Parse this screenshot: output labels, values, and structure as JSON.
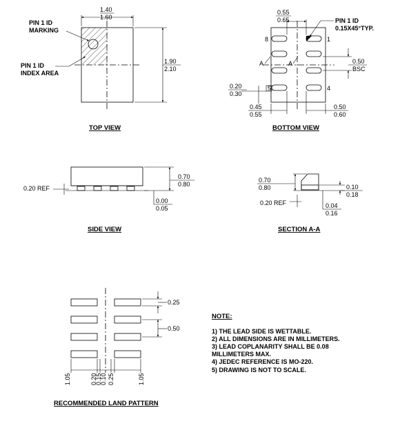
{
  "top_view": {
    "caption": "TOP VIEW",
    "width_min": "1.40",
    "width_max": "1.60",
    "height_min": "1.90",
    "height_max": "2.10",
    "pin1_marking": [
      "PIN 1 ID",
      "MARKING"
    ],
    "pin1_index": [
      "PIN 1 ID",
      "INDEX AREA"
    ]
  },
  "bottom_view": {
    "caption": "BOTTOM VIEW",
    "pad_width_min": "0.55",
    "pad_width_max": "0.65",
    "pin1_chamfer": [
      "PIN 1 ID",
      "0.15X45°TYP."
    ],
    "pitch": "0.50",
    "pitch_note": "BSC",
    "lead_width_min": "0.20",
    "lead_width_max": "0.30",
    "left_offset_min": "0.45",
    "left_offset_max": "0.55",
    "right_offset_min": "0.50",
    "right_offset_max": "0.60",
    "pin_8": "8",
    "pin_1": "1",
    "pin_5": "5",
    "pin_4": "4",
    "section_marker": "A"
  },
  "side_view": {
    "caption": "SIDE VIEW",
    "height_min": "0.70",
    "height_max": "0.80",
    "ref_label": "0.20 REF",
    "standoff_min": "0.00",
    "standoff_max": "0.05"
  },
  "section_aa": {
    "caption": "SECTION A-A",
    "height_min": "0.70",
    "height_max": "0.80",
    "ref_label": "0.20 REF",
    "lead_min": "0.10",
    "lead_max": "0.18",
    "recess_min": "0.04",
    "recess_max": "0.16"
  },
  "land_pattern": {
    "caption": "RECOMMENDED LAND PATTERN",
    "pad_height": "0.25",
    "pitch": "0.50",
    "bottom_dims": [
      "1.05",
      "0.20",
      "0.15",
      "0.10",
      "0.25",
      "1.05"
    ]
  },
  "notes": {
    "title": "NOTE:",
    "lines": [
      "1) THE LEAD SIDE IS WETTABLE.",
      "2) ALL DIMENSIONS ARE IN MILLIMETERS.",
      "3) LEAD COPLANARITY SHALL BE 0.08",
      "MILLIMETERS MAX.",
      "4) JEDEC REFERENCE IS MO-220.",
      "5) DRAWING IS NOT TO SCALE."
    ]
  }
}
